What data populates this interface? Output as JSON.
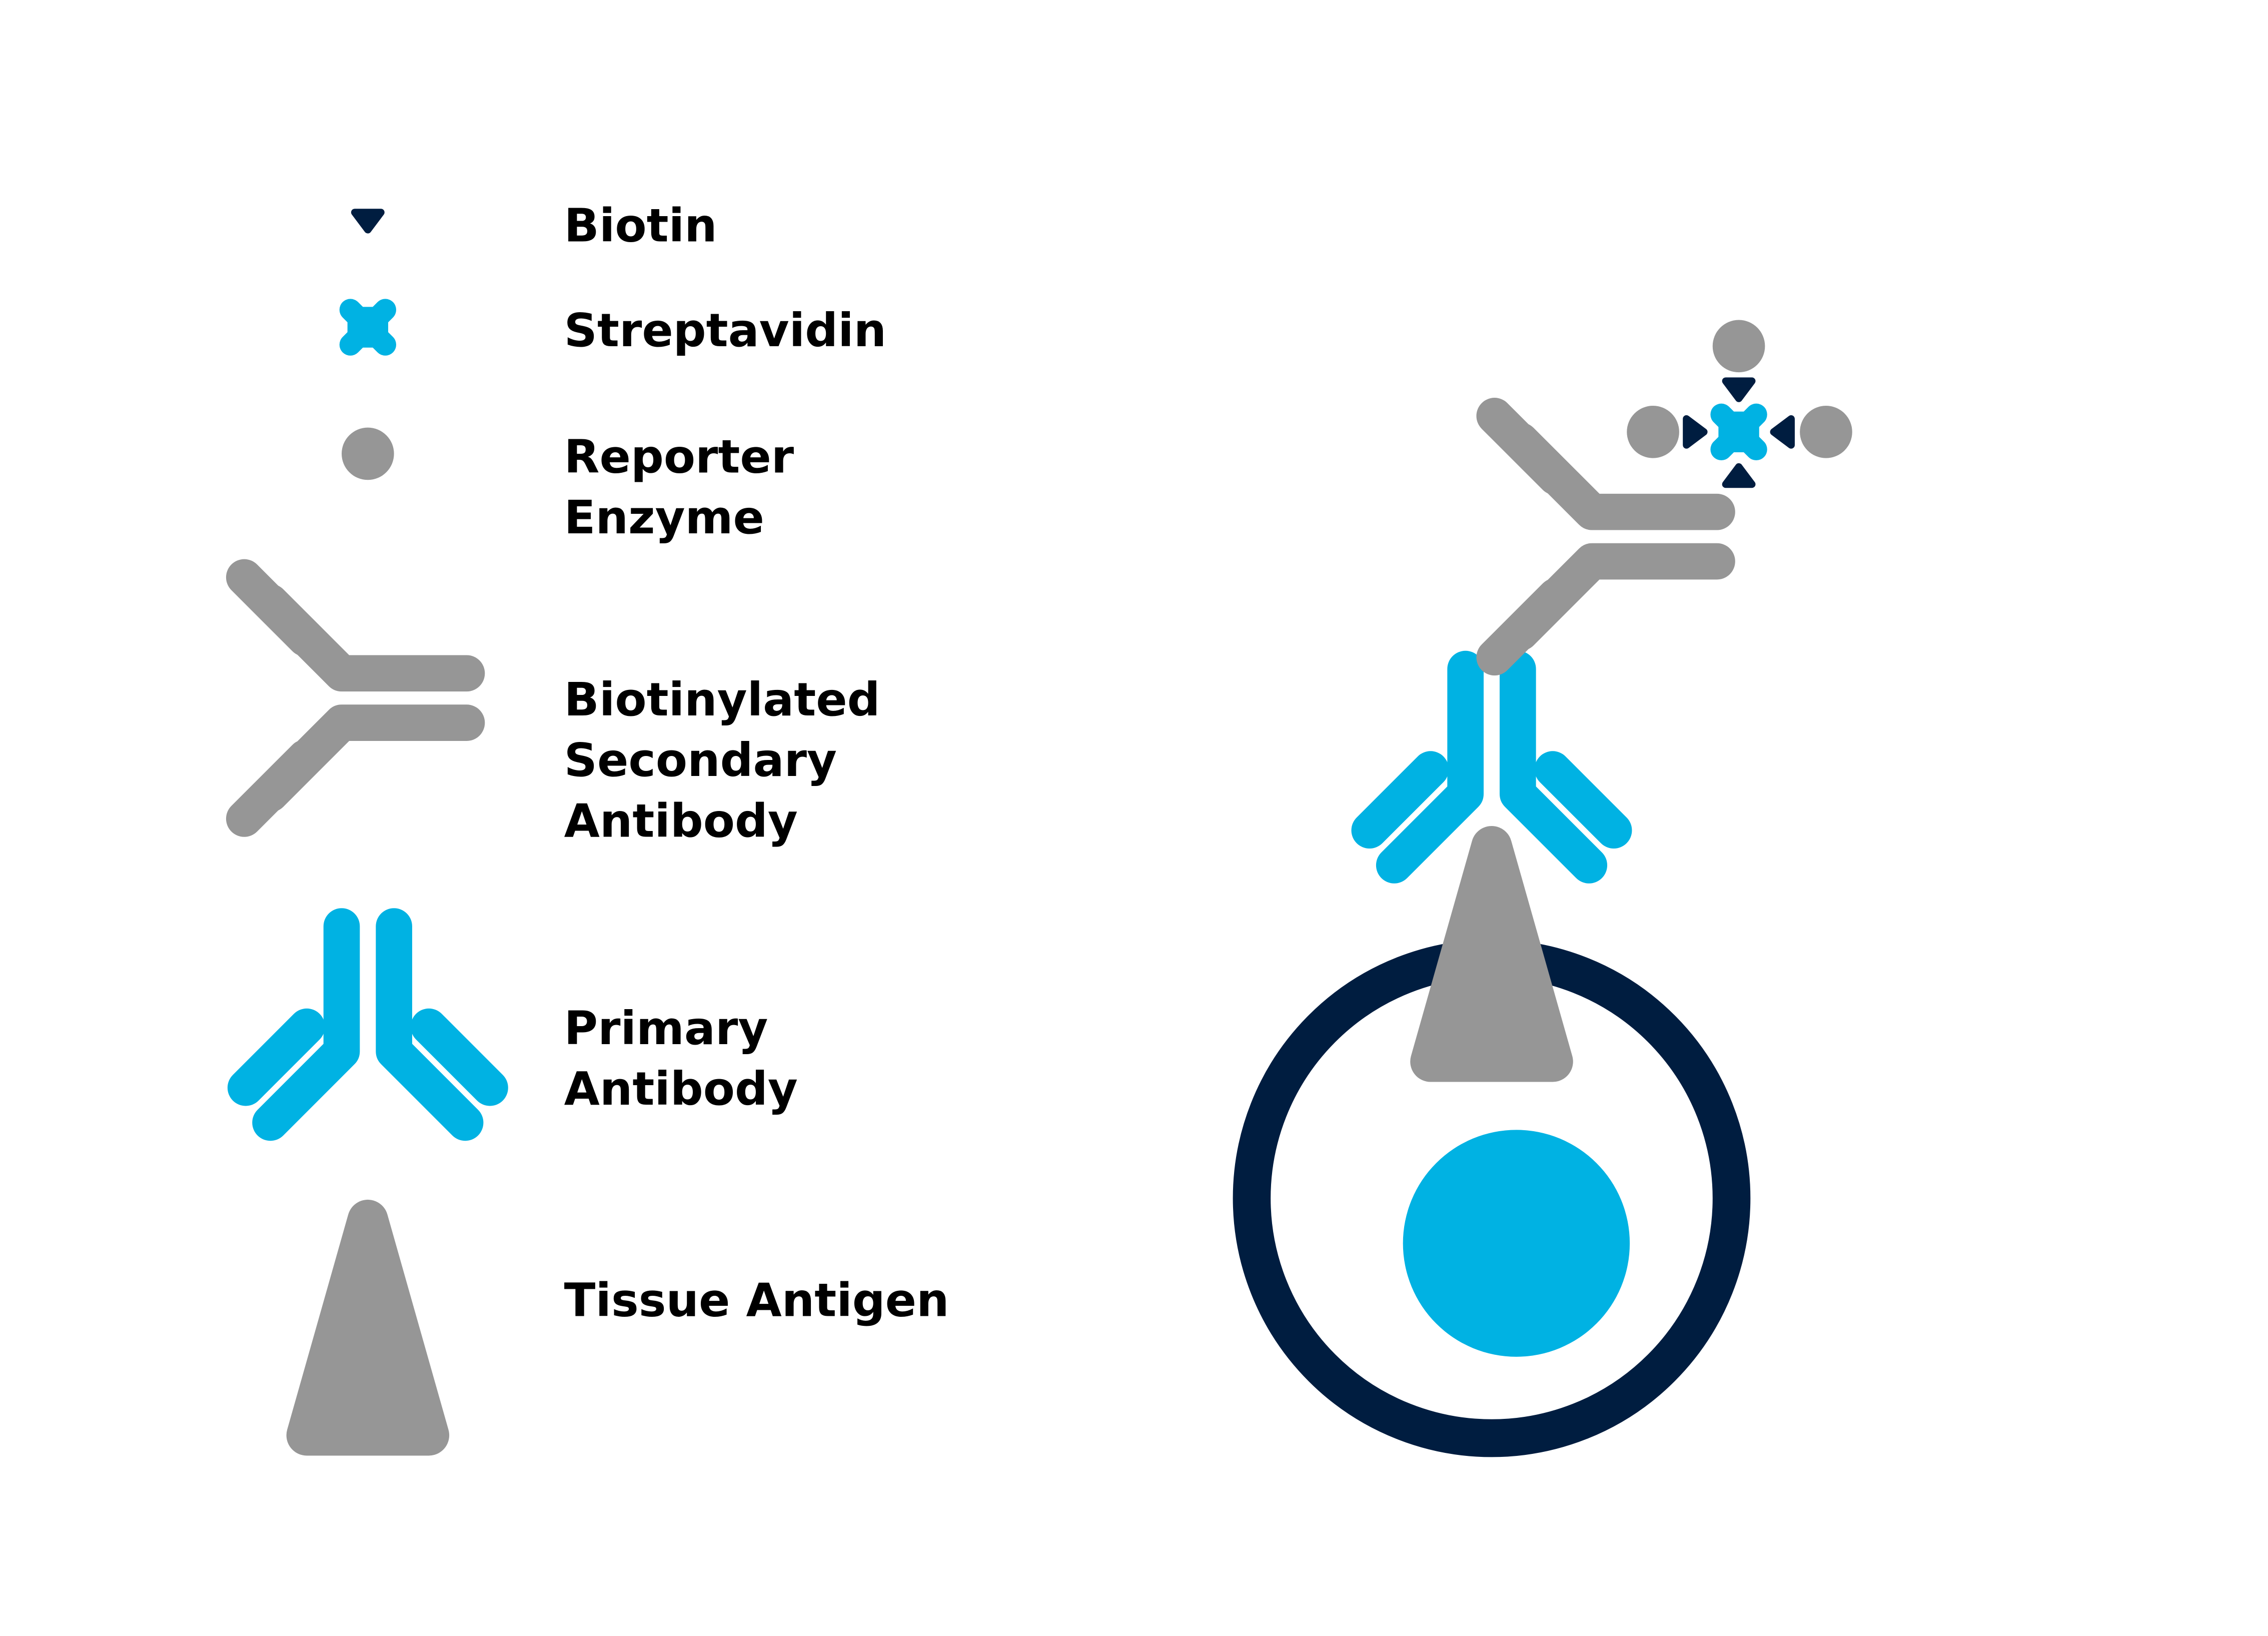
{
  "colors": {
    "navy": "#001d40",
    "cyan": "#00b2e3",
    "gray": "#969696",
    "white": "#ffffff",
    "text": "#000000"
  },
  "legend": {
    "biotin": {
      "lines": [
        "Biotin"
      ],
      "icon": "biotin-icon"
    },
    "streptavidin": {
      "lines": [
        "Streptavidin"
      ],
      "icon": "streptavidin-icon"
    },
    "reporter": {
      "lines": [
        "Reporter",
        "Enzyme"
      ],
      "icon": "reporter-enzyme-icon"
    },
    "secondary": {
      "lines": [
        "Biotinylated",
        "Secondary",
        "Antibody"
      ],
      "icon": "secondary-antibody-icon"
    },
    "primary": {
      "lines": [
        "Primary",
        "Antibody"
      ],
      "icon": "primary-antibody-icon"
    },
    "antigen": {
      "lines": [
        "Tissue Antigen"
      ],
      "icon": "tissue-antigen-icon"
    }
  }
}
